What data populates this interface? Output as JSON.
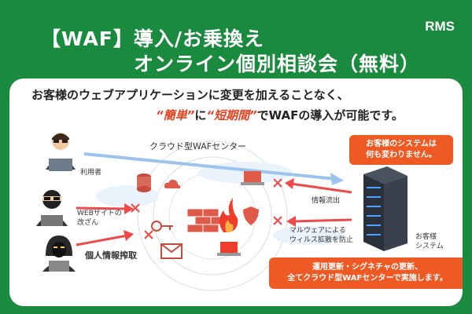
{
  "header": {
    "title_line1": "【WAF】導入/お乗換え",
    "title_line2": "オンライン個別相談会（無料）",
    "brand": "RMS"
  },
  "lead": {
    "line1": "お客様のウェブアプリケーションに変更を加えることなく、",
    "line2_em1": "“簡単”",
    "line2_mid": "に",
    "line2_em2": "“短期間”",
    "line2_end": "でWAFの導入が可能です。"
  },
  "diagram": {
    "cloud_title": "クラウド型WAFセンター",
    "user_label": "利用者",
    "tamper_label": "WEBサイトの\n改ざん",
    "theft_label": "個人情報搾取",
    "leak_label": "情報流出",
    "malware_label": "マルウェアによる\nウィルス拡散を防止",
    "server_label": "お客様\nシステム",
    "bubble_top": "お客様のシステムは\n何も変わりません。",
    "bubble_bottom": "運用更新・シグネチャの更新、\n全てクラウド型WAFセンターで実施します。"
  },
  "colors": {
    "background": "#1a8a3f",
    "accent": "#ef5a24",
    "arrow_red": "#ef4a4a",
    "arrow_blue": "#4a90d9"
  },
  "icons": [
    "user-laptop-icon",
    "hacker-icon",
    "hooded-hacker-icon",
    "server-rack-icon",
    "firewall-icon",
    "database-icon",
    "key-icon",
    "mail-icon",
    "shield-icon",
    "laptop-lock-icon"
  ]
}
